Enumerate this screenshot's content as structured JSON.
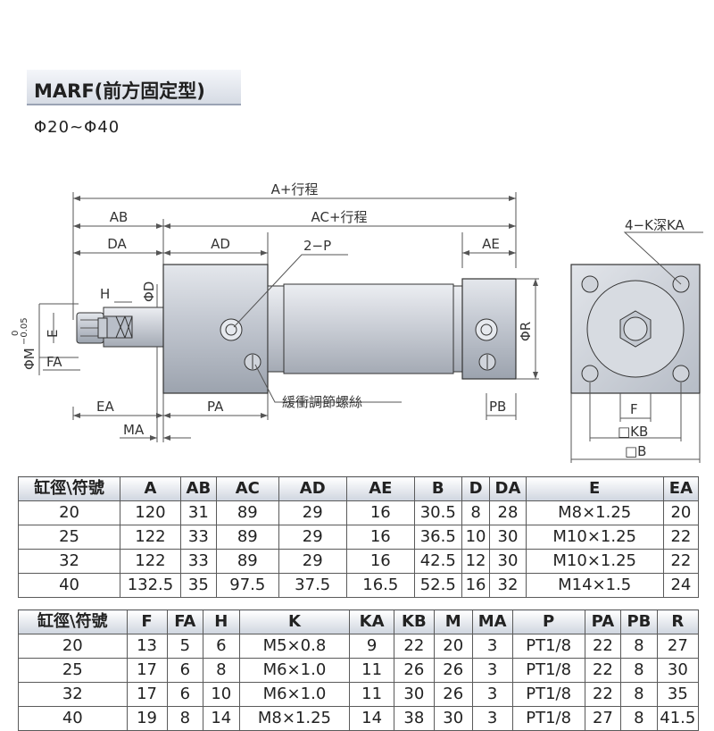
{
  "header": {
    "title": "MARF(前方固定型)",
    "subtitle": "Φ20~Φ40"
  },
  "drawing": {
    "labels": {
      "a_stroke": "A+行程",
      "ab": "AB",
      "ac_stroke": "AC+行程",
      "da": "DA",
      "ad": "AD",
      "two_p": "2−P",
      "ae": "AE",
      "h": "H",
      "phi_d": "ΦD",
      "phi_m": "ΦM",
      "m_tol_upper": "0",
      "m_tol_lower": "−0.05",
      "e": "E",
      "fa": "FA",
      "ea": "EA",
      "pa": "PA",
      "ma": "MA",
      "pb": "PB",
      "phi_r": "ΦR",
      "cushion": "緩衝調節螺絲",
      "four_k": "4−K深KA",
      "f": "F",
      "kb": "□KB",
      "b": "□B"
    }
  },
  "table1": {
    "headers": [
      "缸徑\\符號",
      "A",
      "AB",
      "AC",
      "AD",
      "AE",
      "B",
      "D",
      "DA",
      "E",
      "EA"
    ],
    "rows": [
      [
        "20",
        "120",
        "31",
        "89",
        "29",
        "16",
        "30.5",
        "8",
        "28",
        "M8×1.25",
        "20"
      ],
      [
        "25",
        "122",
        "33",
        "89",
        "29",
        "16",
        "36.5",
        "10",
        "30",
        "M10×1.25",
        "22"
      ],
      [
        "32",
        "122",
        "33",
        "89",
        "29",
        "16",
        "42.5",
        "12",
        "30",
        "M10×1.25",
        "22"
      ],
      [
        "40",
        "132.5",
        "35",
        "97.5",
        "37.5",
        "16.5",
        "52.5",
        "16",
        "32",
        "M14×1.5",
        "24"
      ]
    ]
  },
  "table2": {
    "headers": [
      "缸徑\\符號",
      "F",
      "FA",
      "H",
      "K",
      "KA",
      "KB",
      "M",
      "MA",
      "P",
      "PA",
      "PB",
      "R"
    ],
    "rows": [
      [
        "20",
        "13",
        "5",
        "6",
        "M5×0.8",
        "9",
        "22",
        "20",
        "3",
        "PT1/8",
        "22",
        "8",
        "27"
      ],
      [
        "25",
        "17",
        "6",
        "8",
        "M6×1.0",
        "11",
        "26",
        "26",
        "3",
        "PT1/8",
        "22",
        "8",
        "30"
      ],
      [
        "32",
        "17",
        "6",
        "10",
        "M6×1.0",
        "11",
        "30",
        "26",
        "3",
        "PT1/8",
        "22",
        "8",
        "35"
      ],
      [
        "40",
        "19",
        "8",
        "14",
        "M8×1.25",
        "14",
        "38",
        "30",
        "3",
        "PT1/8",
        "27",
        "8",
        "41.5"
      ]
    ]
  }
}
